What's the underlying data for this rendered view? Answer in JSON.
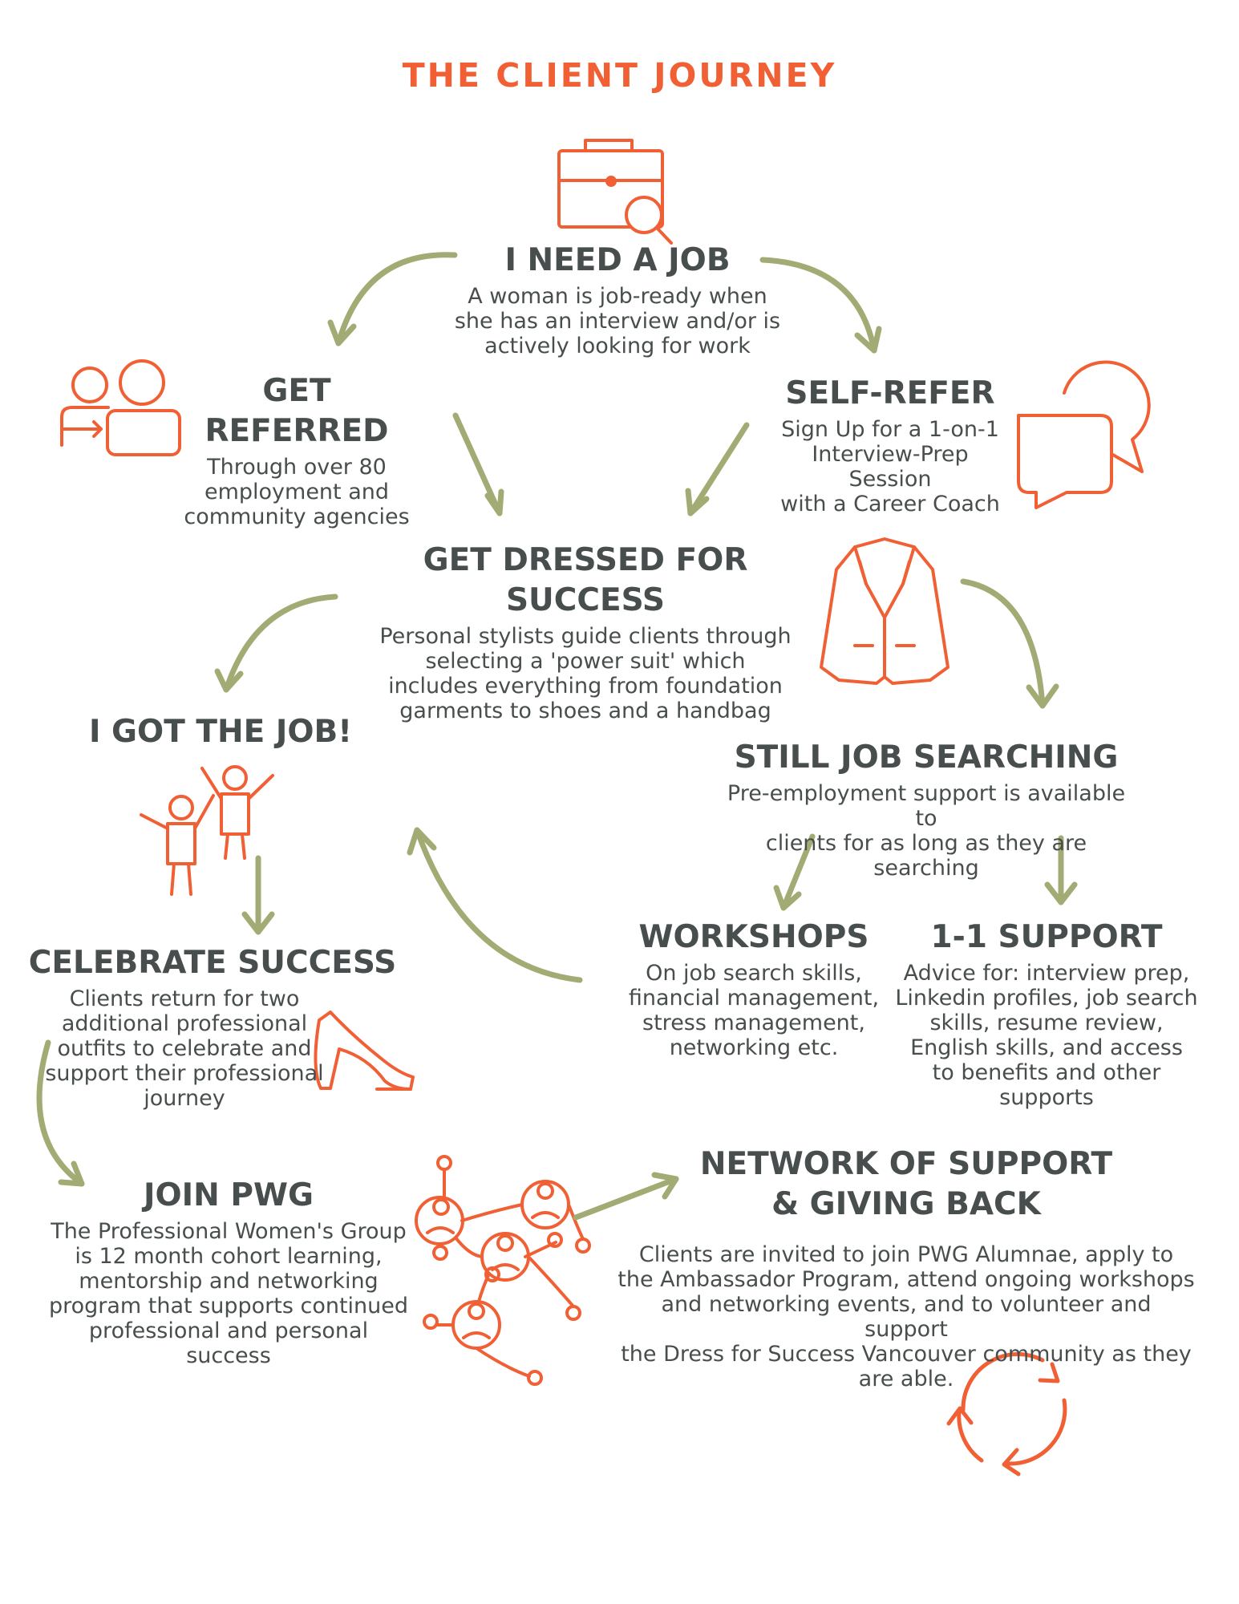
{
  "title": "THE CLIENT JOURNEY",
  "colors": {
    "accent": "#F06034",
    "text": "#474E4D",
    "arrow": "#A3AB74"
  },
  "nodes": {
    "need_job": {
      "heading": "I NEED A JOB",
      "body": [
        "A woman is job-ready when",
        "she has an interview and/or is",
        "actively looking for work"
      ]
    },
    "get_referred": {
      "heading": "GET REFERRED",
      "body": [
        "Through over 80",
        "employment and",
        "community agencies"
      ]
    },
    "self_refer": {
      "heading": "SELF-REFER",
      "body": [
        "Sign Up for a 1-on-1",
        "Interview-Prep Session",
        "with a Career Coach"
      ]
    },
    "get_dressed": {
      "heading": "GET DRESSED FOR SUCCESS",
      "body": [
        "Personal stylists guide clients through",
        "selecting a 'power suit' which",
        "includes everything from foundation",
        "garments to shoes and a handbag"
      ]
    },
    "got_job": {
      "heading": "I GOT THE JOB!"
    },
    "still_searching": {
      "heading": "STILL JOB SEARCHING",
      "body": [
        "Pre-employment support is available to",
        "clients for as long as they are searching"
      ]
    },
    "workshops": {
      "heading": "WORKSHOPS",
      "body": [
        "On job search skills,",
        "financial management,",
        "stress management,",
        "networking etc."
      ]
    },
    "support": {
      "heading": "1-1 SUPPORT",
      "body": [
        "Advice for: interview prep,",
        "Linkedin profiles, job search",
        "skills, resume review,",
        "English skills, and access",
        "to benefits and other supports"
      ]
    },
    "celebrate": {
      "heading": "CELEBRATE SUCCESS",
      "body": [
        "Clients return for two",
        "additional professional",
        "outfits to celebrate and",
        "support their professional",
        "journey"
      ]
    },
    "join_pwg": {
      "heading": "JOIN PWG",
      "body": [
        "The Professional Women's Group",
        "is 12 month cohort learning,",
        "mentorship and networking",
        "program that supports continued",
        "professional and personal success"
      ]
    },
    "network": {
      "heading": [
        "NETWORK OF SUPPORT",
        "& GIVING BACK"
      ],
      "body": [
        "Clients are invited to join PWG Alumnae, apply to",
        "the Ambassador Program, attend ongoing workshops",
        "and networking events, and to volunteer and support",
        "the Dress for Success Vancouver community as they",
        "are able."
      ]
    }
  },
  "icons": [
    "briefcase-search-icon",
    "referral-people-icon",
    "chat-bubbles-icon",
    "blazer-icon",
    "celebrating-people-icon",
    "high-heel-icon",
    "network-people-icon",
    "cycle-arrows-icon"
  ]
}
